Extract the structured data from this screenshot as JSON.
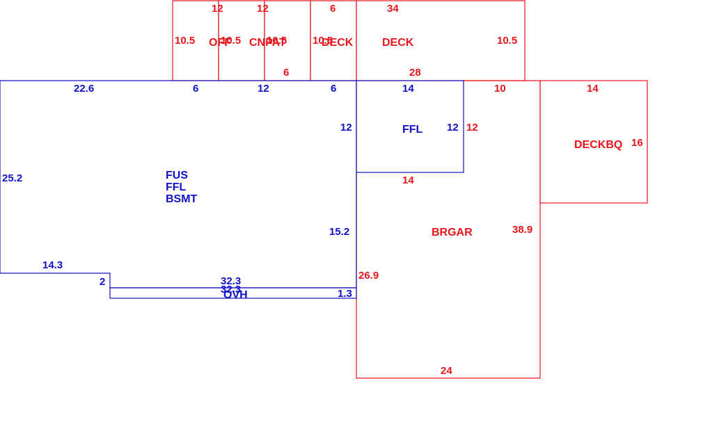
{
  "colors": {
    "red": "#e8151b",
    "blue": "#1010c8"
  },
  "areas": {
    "off": "OFF",
    "cnpat": "CNPAT",
    "deck_small": "DECK",
    "deck_large": "DECK",
    "main": [
      "FUS",
      "FFL",
      "BSMT"
    ],
    "ffl": "FFL",
    "deckbq": "DECKBQ",
    "brgar": "BRGAR",
    "ovh": "OVH"
  },
  "dimensions": {
    "off_top": "12",
    "off_left": "10.5",
    "cnpat_top": "12",
    "cnpat_left": "10.5",
    "cnpat_right": "10.5",
    "cnpat_bottom": "6",
    "deck_small_top": "6",
    "deck_small_left": "10.5",
    "deck_large_top": "34",
    "deck_large_right": "10.5",
    "deck_large_bottom": "28",
    "main_top_1": "22.6",
    "main_top_2": "6",
    "main_top_3": "12",
    "main_top_4": "6",
    "main_left": "25.2",
    "main_bottom": "14.3",
    "main_step": "2",
    "main_right_lower": "15.2",
    "main_right_upper": "12",
    "ffl_top": "14",
    "ffl_right": "12",
    "ffl_bottom": "14",
    "ffl_right_red": "12",
    "garage_top": "10",
    "garage_left": "26.9",
    "garage_right": "38.9",
    "garage_bottom": "24",
    "deckbq_top": "14",
    "deckbq_right": "16",
    "ovh_top": "32.3",
    "ovh_bottom": "32.3",
    "ovh_right": "1.3"
  }
}
